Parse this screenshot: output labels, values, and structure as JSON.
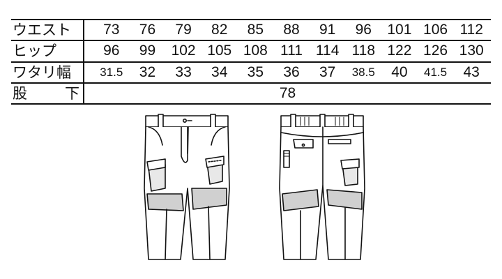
{
  "size_table": {
    "rows": [
      {
        "label": "ウエスト",
        "values": [
          "73",
          "76",
          "79",
          "82",
          "85",
          "88",
          "91",
          "96",
          "101",
          "106",
          "112"
        ]
      },
      {
        "label": "ヒップ",
        "values": [
          "96",
          "99",
          "102",
          "105",
          "108",
          "111",
          "114",
          "118",
          "122",
          "126",
          "130"
        ]
      },
      {
        "label": "ワタリ幅",
        "values": [
          "31.5",
          "32",
          "33",
          "34",
          "35",
          "36",
          "37",
          "38.5",
          "40",
          "41.5",
          "43"
        ]
      }
    ],
    "inseam": {
      "label_first": "股",
      "label_second": "下",
      "value": "78"
    }
  },
  "illustrations": {
    "front": {
      "icon": "pants-front-icon"
    },
    "back": {
      "icon": "pants-back-icon"
    }
  }
}
